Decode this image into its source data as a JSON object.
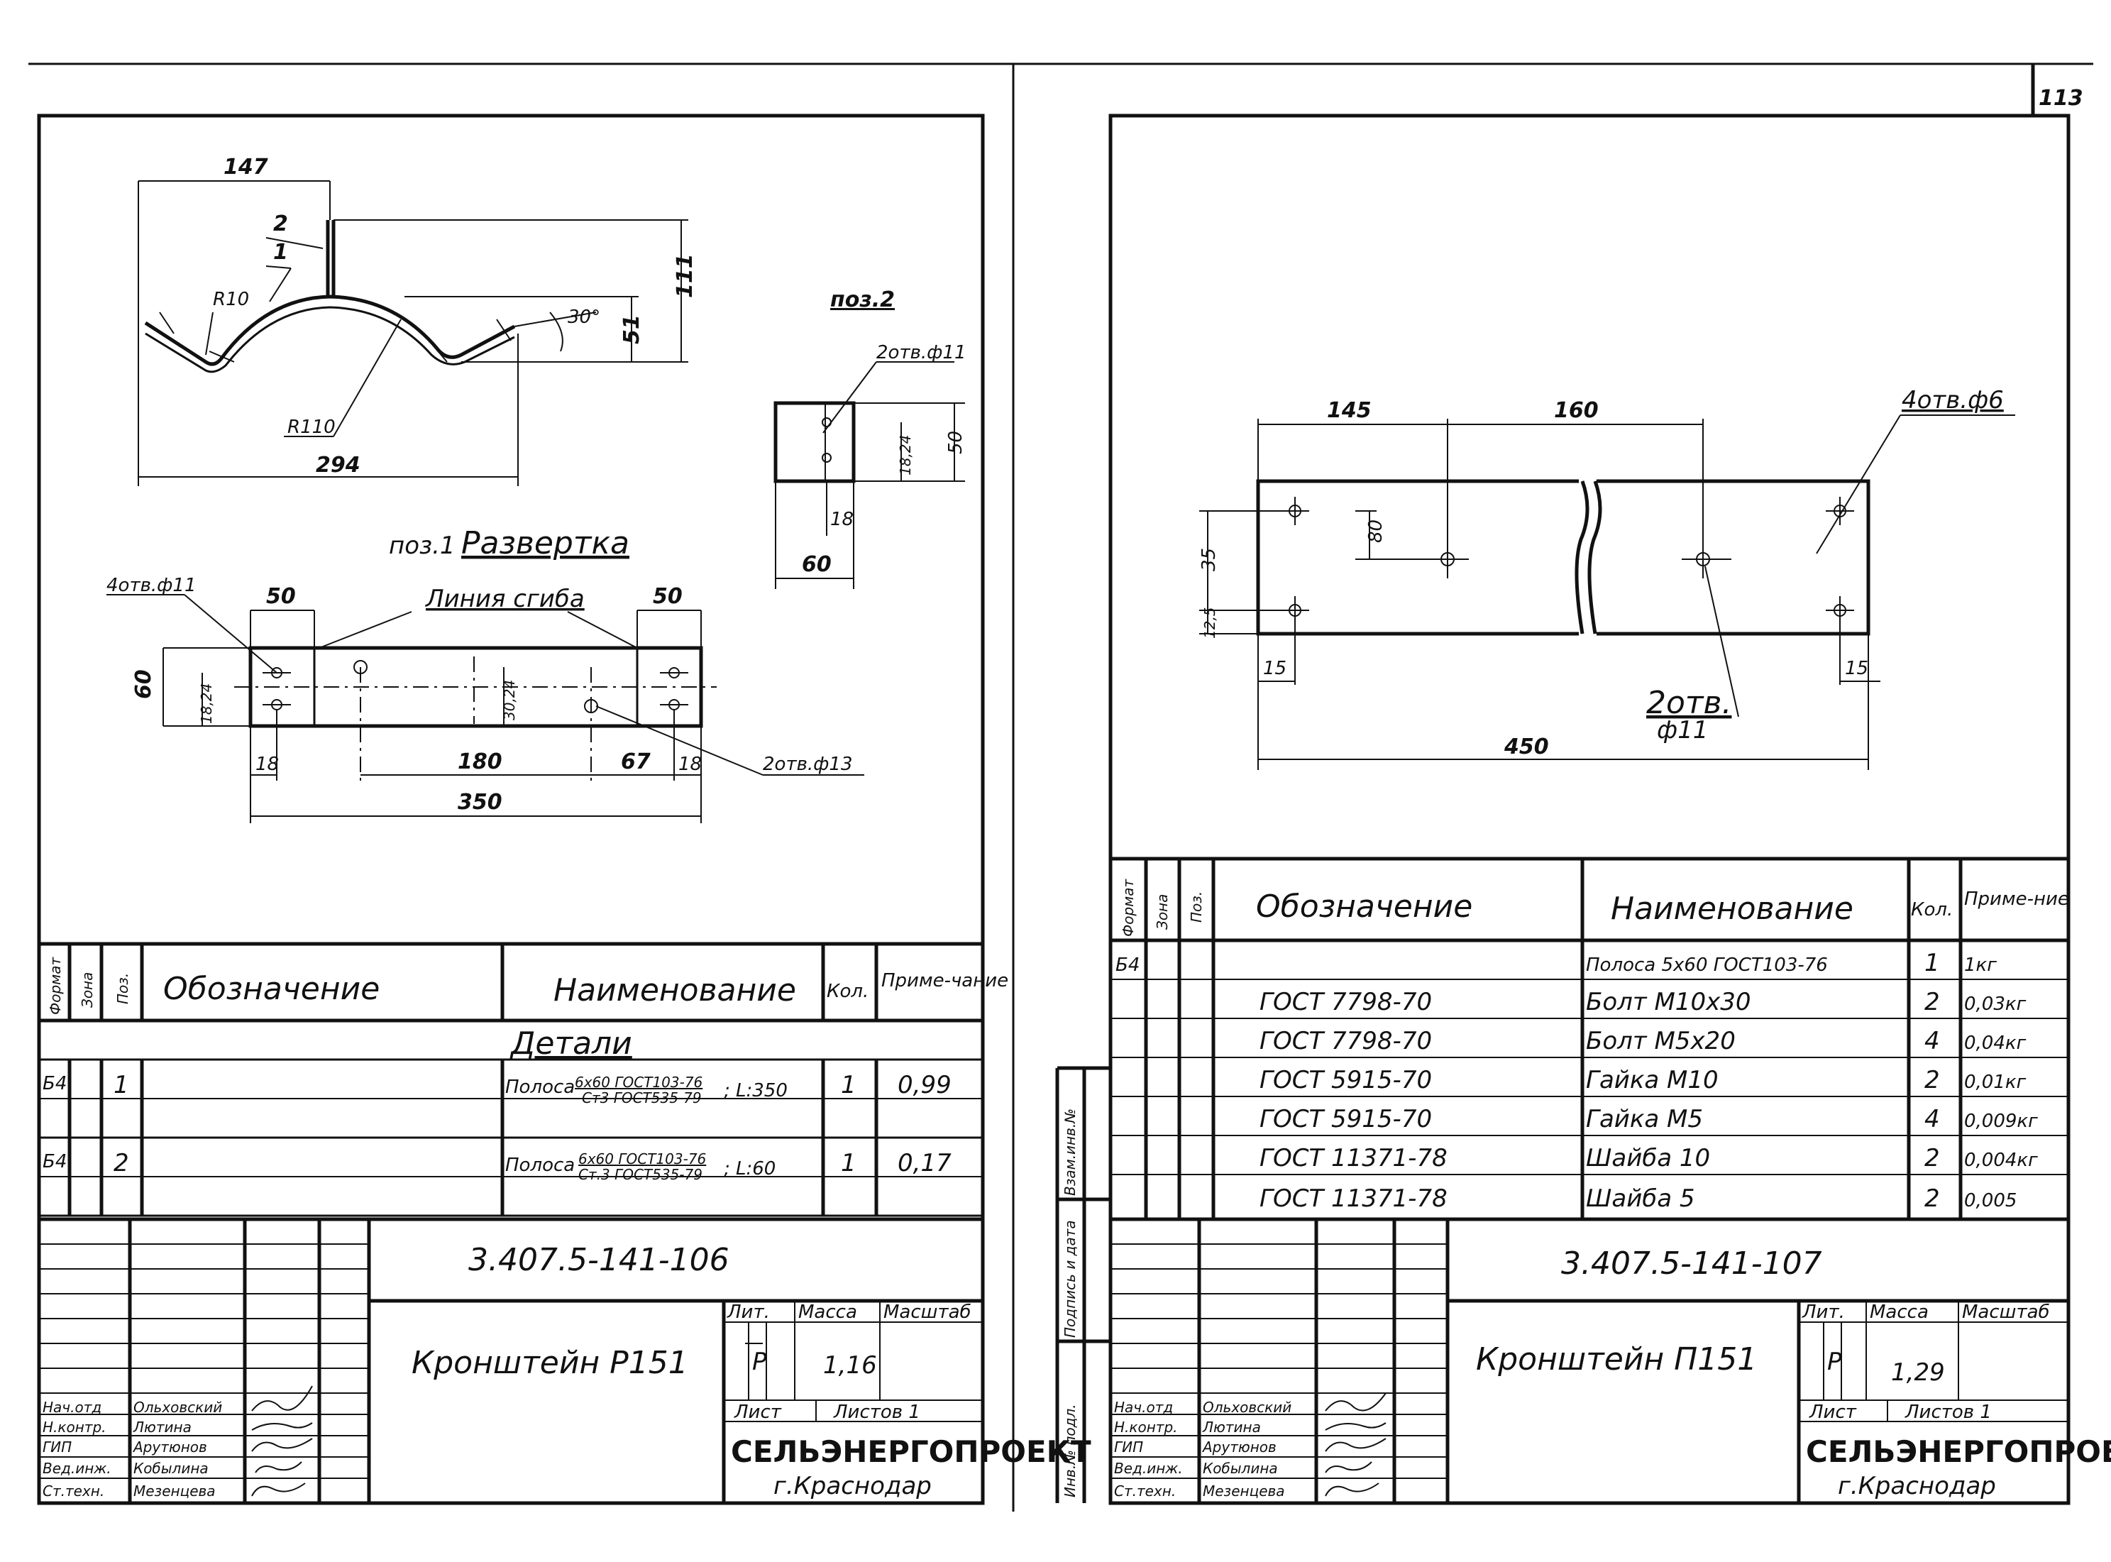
{
  "sheet_number": "113",
  "left": {
    "drawing": {
      "dim_147": "147",
      "pos_2_marker": "2",
      "pos_1_marker": "1",
      "r10": "R10",
      "r110": "R110",
      "dim_111": "111",
      "dim_51": "51",
      "angle_30": "30°",
      "dim_294": "294",
      "pos2_title": "поз.2",
      "pos2_holes": "2отв.ф11",
      "pos2_dim_50": "50",
      "pos2_dim_18_24": "18,24",
      "pos2_dim_18": "18",
      "pos2_dim_60": "60",
      "razvertka_pos": "поз.1",
      "razvertka_title": "Развертка",
      "holes_4_d11": "4отв.ф11",
      "dim_50_left": "50",
      "bend_line": "Линия сгиба",
      "dim_50_right": "50",
      "dim_60_vert": "60",
      "dim_18_24_vert": "18,24",
      "dim_30_24": "30,24",
      "dim_18_left": "18",
      "dim_180": "180",
      "dim_67": "67",
      "dim_18_right": "18",
      "holes_2_d13": "2отв.ф13",
      "dim_350": "350"
    },
    "spec": {
      "headers": {
        "format": "Формат",
        "zone": "Зона",
        "pos": "Поз.",
        "designation": "Обозначение",
        "name": "Наименование",
        "qty": "Кол.",
        "note": "Приме-чание"
      },
      "section": "Детали",
      "rows": [
        {
          "format": "Б4",
          "pos": "1",
          "designation": "",
          "name_prefix": "Полоса",
          "name_frac_top": "6x60 ГОСТ103-76",
          "name_frac_bottom": "Ст3 ГОСТ535-79",
          "name_suffix": "; L:350",
          "qty": "1",
          "note": "0,99"
        },
        {
          "format": "Б4",
          "pos": "2",
          "designation": "",
          "name_prefix": "Полоса",
          "name_frac_top": "6x60 ГОСТ103-76",
          "name_frac_bottom": "Ст.3 ГОСТ535-79",
          "name_suffix": "; L:60",
          "qty": "1",
          "note": "0,17"
        }
      ]
    },
    "title_block": {
      "code": "3.407.5-141-106",
      "title": "Кронштейн Р151",
      "lit_label": "Лит.",
      "mass_label": "Масса",
      "scale_label": "Масштаб",
      "lit": "Р",
      "mass": "1,16",
      "sheet_label": "Лист",
      "sheets_label": "Листов 1",
      "org": "СЕЛЬЭНЕРГОПРОЕКТ",
      "city": "г.Краснодар",
      "roles": [
        "Нач.отд",
        "Н.контр.",
        "ГИП",
        "Вед.инж.",
        "Ст.техн."
      ],
      "names": [
        "Ольховский",
        "Лютина",
        "Арутюнов",
        "Кобылина",
        "Мезенцева"
      ]
    }
  },
  "right": {
    "drawing": {
      "dim_145": "145",
      "dim_160": "160",
      "holes_4_d6": "4отв.ф6",
      "dim_80": "80",
      "dim_35": "35",
      "dim_12_5": "12,5",
      "dim_15_left": "15",
      "dim_15_right": "15",
      "holes_2_label": "2отв.",
      "holes_2_d11": "ф11",
      "dim_450": "450"
    },
    "spec": {
      "headers": {
        "format": "Формат",
        "zone": "Зона",
        "pos": "Поз.",
        "designation": "Обозначение",
        "name": "Наименование",
        "qty": "Кол.",
        "note": "Приме-ние"
      },
      "rows": [
        {
          "format": "Б4",
          "designation": "",
          "name": "Полоса 5х60 ГОСТ103-76",
          "qty": "1",
          "note": "1кг"
        },
        {
          "format": "",
          "designation": "ГОСТ 7798-70",
          "name": "Болт М10х30",
          "qty": "2",
          "note": "0,03кг"
        },
        {
          "format": "",
          "designation": "ГОСТ 7798-70",
          "name": "Болт М5х20",
          "qty": "4",
          "note": "0,04кг"
        },
        {
          "format": "",
          "designation": "ГОСТ 5915-70",
          "name": "Гайка М10",
          "qty": "2",
          "note": "0,01кг"
        },
        {
          "format": "",
          "designation": "ГОСТ 5915-70",
          "name": "Гайка М5",
          "qty": "4",
          "note": "0,009кг"
        },
        {
          "format": "",
          "designation": "ГОСТ 11371-78",
          "name": "Шайба 10",
          "qty": "2",
          "note": "0,004кг"
        },
        {
          "format": "",
          "designation": "ГОСТ 11371-78",
          "name": "Шайба 5",
          "qty": "2",
          "note": "0,005"
        }
      ]
    },
    "side_stamp": [
      "Инв.№ подл.",
      "Подпись и дата",
      "Взам.инв.№"
    ],
    "title_block": {
      "code": "3.407.5-141-107",
      "title": "Кронштейн П151",
      "lit_label": "Лит.",
      "mass_label": "Масса",
      "scale_label": "Масштаб",
      "lit": "Р",
      "mass": "1,29",
      "sheet_label": "Лист",
      "sheets_label": "Листов 1",
      "org": "СЕЛЬЭНЕРГОПРОЕКТ",
      "city": "г.Краснодар",
      "roles": [
        "Нач.отд",
        "Н.контр.",
        "ГИП",
        "Вед.инж.",
        "Ст.техн."
      ],
      "names": [
        "Ольховский",
        "Лютина",
        "Арутюнов",
        "Кобылина",
        "Мезенцева"
      ]
    }
  }
}
